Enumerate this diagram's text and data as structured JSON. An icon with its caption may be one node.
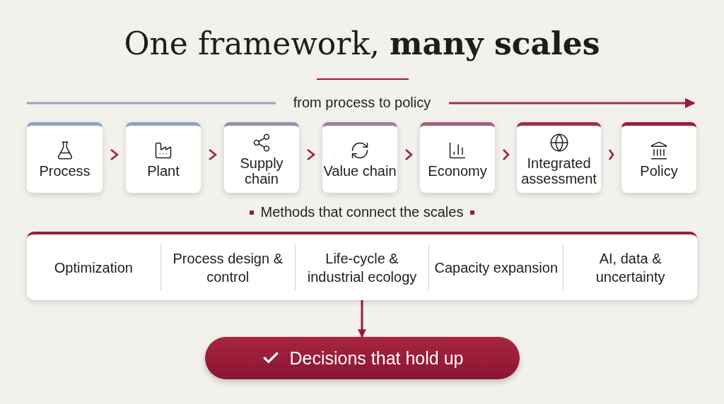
{
  "diagram": {
    "title": "One framework, **many scales**",
    "nodes": [
      {
        "text": [
          "Process"
        ]
      },
      {
        "text": [
          "Plant"
        ]
      },
      {
        "text": [
          "Supply chain"
        ]
      },
      {
        "text": [
          "Value chain"
        ]
      },
      {
        "text": [
          "Economy"
        ]
      },
      {
        "text": [
          "Integrated assessment"
        ]
      },
      {
        "text": [
          "Policy"
        ]
      },
      {
        "text": [
          "Methods that connect the scales"
        ]
      },
      {
        "text": [
          "Optimization"
        ],
        "in": 7
      },
      {
        "text": [
          "Process design & control"
        ],
        "in": 7
      },
      {
        "text": [
          "Life-cycle & industrial ecology"
        ],
        "in": 7
      },
      {
        "text": [
          "Capacity expansion"
        ],
        "in": 7
      },
      {
        "text": [
          "AI, data & uncertainty"
        ],
        "in": 7
      },
      {
        "text": [
          "Decisions that hold up"
        ]
      }
    ],
    "edges": [
      {
        "from": 0,
        "to": 1,
        "arrow": "to"
      },
      {
        "from": 1,
        "to": 2,
        "arrow": "to"
      },
      {
        "from": 2,
        "to": 3,
        "arrow": "to"
      },
      {
        "from": 3,
        "to": 4,
        "arrow": "to"
      },
      {
        "from": 4,
        "to": 5,
        "arrow": "to"
      },
      {
        "from": 5,
        "to": 6,
        "arrow": "to"
      },
      {
        "from": 7,
        "to": 13,
        "arrow": "to"
      }
    ],
    "labels": [
      "from process to policy"
    ]
  }
}
